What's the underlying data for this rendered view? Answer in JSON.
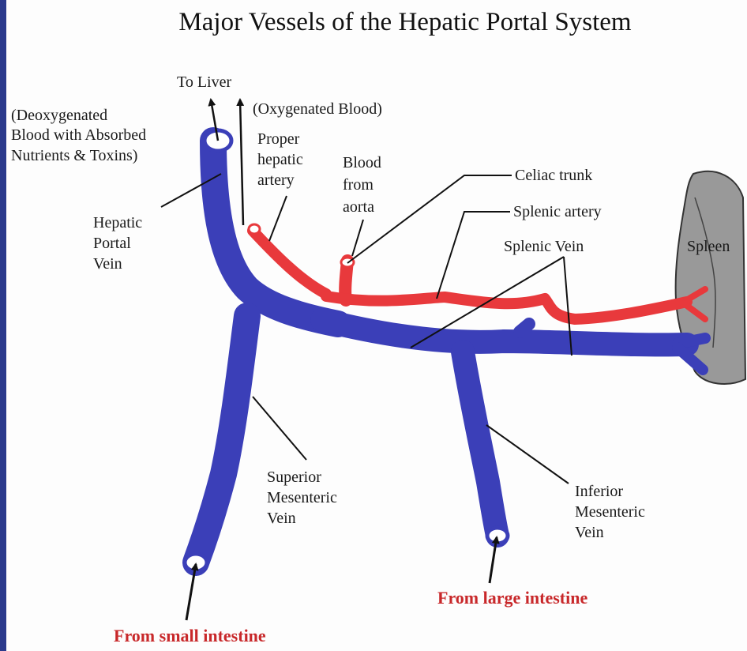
{
  "title": "Major Vessels of the Hepatic Portal System",
  "labels": {
    "to_liver": "To Liver",
    "deoxygenated": [
      "(Deoxygenated",
      "Blood with Absorbed",
      "Nutrients & Toxins)"
    ],
    "oxygenated": "(Oxygenated Blood)",
    "proper_hepatic_artery": [
      "Proper",
      "hepatic",
      "artery"
    ],
    "blood_from_aorta": [
      "Blood",
      "from",
      "aorta"
    ],
    "celiac_trunk": "Celiac trunk",
    "splenic_artery": "Splenic artery",
    "splenic_vein": "Splenic Vein",
    "spleen": "Spleen",
    "hepatic_portal_vein": [
      "Hepatic",
      "Portal",
      "Vein"
    ],
    "superior_mesenteric_vein": [
      "Superior",
      "Mesenteric",
      "Vein"
    ],
    "inferior_mesenteric_vein": [
      "Inferior",
      "Mesenteric",
      "Vein"
    ],
    "from_large_intestine": "From large intestine",
    "from_small_intestine": "From small intestine"
  },
  "colors": {
    "vein": "#3b3fb8",
    "artery": "#e8393c",
    "spleen": "#9a9a9a",
    "background_border": "#2b3a8c"
  }
}
